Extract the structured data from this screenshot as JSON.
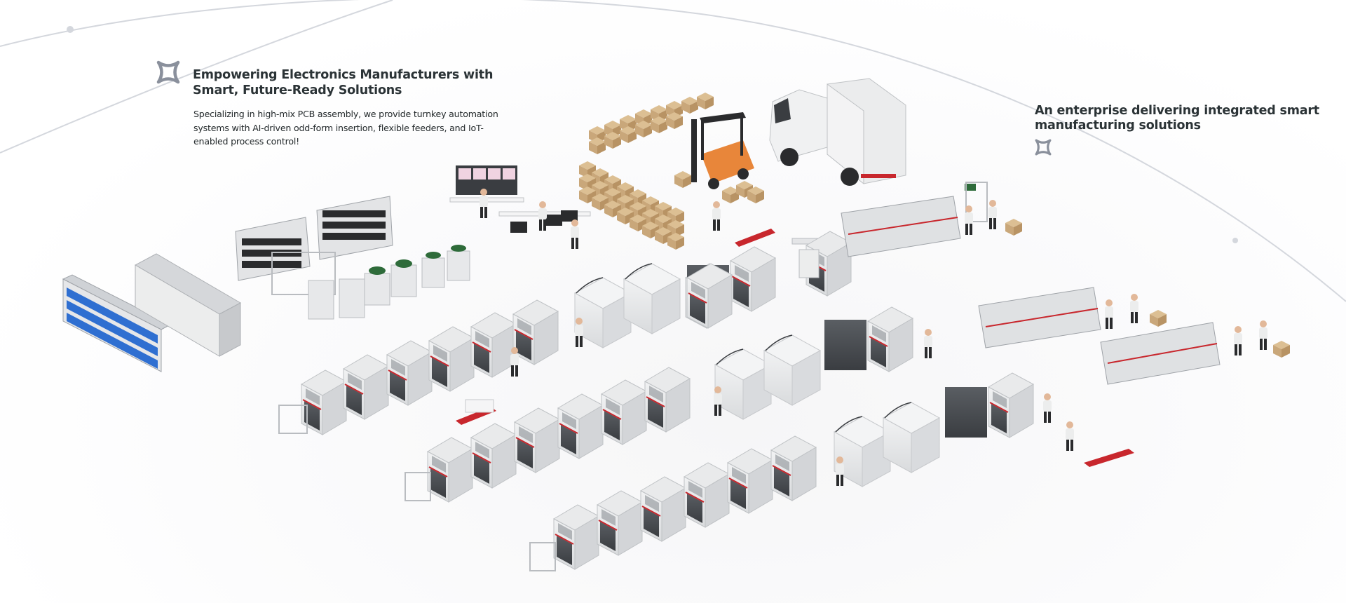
{
  "hero": {
    "left_block": {
      "icon": "sparkle-star-icon",
      "title": "Empowering Electronics Manufacturers with Smart, Future-Ready Solutions",
      "description": "Specializing in high-mix PCB assembly, we provide turnkey automation systems with AI-driven odd-form insertion, flexible feeders, and IoT-enabled process control!"
    },
    "right_block": {
      "icon": "sparkle-star-icon",
      "title": "An enterprise delivering integrated smart manufacturing solutions"
    },
    "scene": {
      "description": "Isometric smart factory illustration",
      "areas": [
        "storage-shelves",
        "feeder-stations",
        "control-room",
        "warehouse-racks",
        "forklift",
        "delivery-truck",
        "smt-production-line-1",
        "smt-production-line-2",
        "smt-production-line-3",
        "assembly-workstations"
      ]
    },
    "colors": {
      "heading": "#2b3336",
      "body_text": "#23292b",
      "icon": "#8a909c",
      "arc_line": "#d4d7dd",
      "accent_red": "#c8272d",
      "pcb_green": "#2e6b3a",
      "forklift_orange": "#e8863a",
      "bin_blue": "#2f6fd1",
      "box_brown": "#c9a77a"
    }
  }
}
